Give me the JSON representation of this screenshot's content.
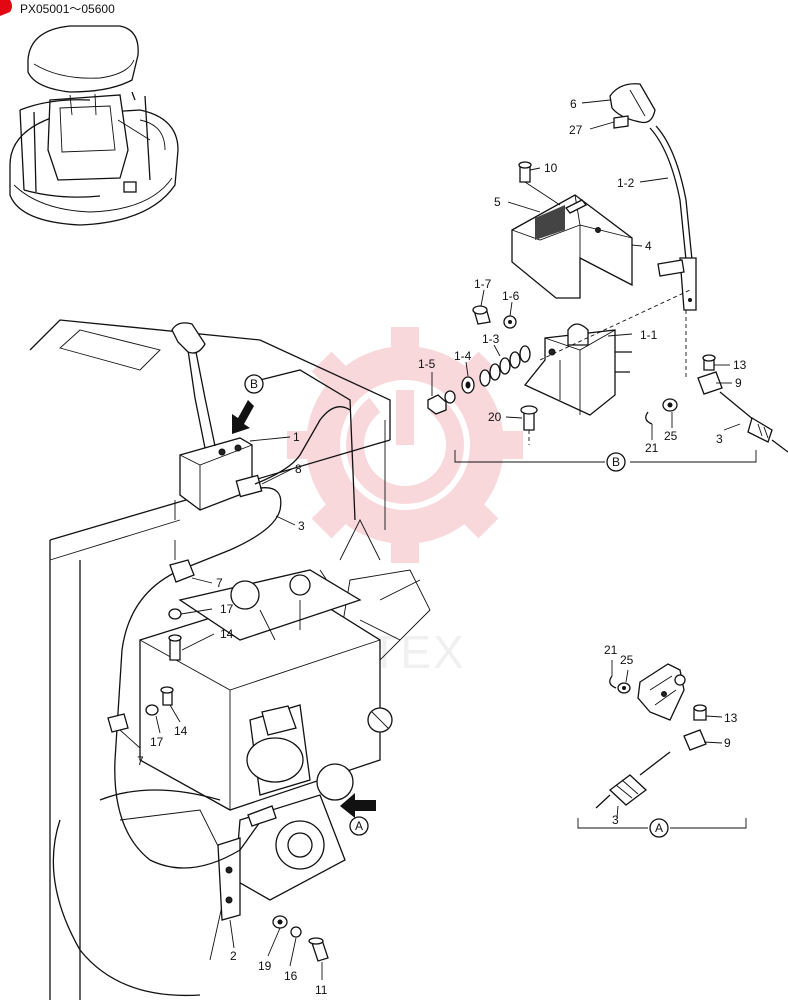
{
  "header": {
    "serial_range": "PX05001～05600"
  },
  "watermark": {
    "text": "ИНТЕХ",
    "color": "#f4b9bf"
  },
  "views": {
    "view_b_label": "B",
    "view_a_label": "A"
  },
  "callouts": {
    "c6": "6",
    "c27": "27",
    "c10": "10",
    "c1_2": "1-2",
    "c5": "5",
    "c4": "4",
    "c1_7": "1-7",
    "c1_6": "1-6",
    "c1_3": "1-3",
    "c1_1": "1-1",
    "c1_4": "1-4",
    "c1_5": "1-5",
    "c20": "20",
    "c13a": "13",
    "c9a": "9",
    "c25a": "25",
    "c21a": "21",
    "c3a": "3",
    "c1": "1",
    "c8": "8",
    "c3b": "3",
    "c7a": "7",
    "c17a": "17",
    "c14a": "14",
    "c17b": "17",
    "c14b": "14",
    "c7b": "7",
    "c2": "2",
    "c19": "19",
    "c16": "16",
    "c11": "11",
    "c21b": "21",
    "c25b": "25",
    "c13b": "13",
    "c9b": "9",
    "c3c": "3"
  },
  "colors": {
    "ink": "#111111",
    "brand_red": "#e30613"
  }
}
